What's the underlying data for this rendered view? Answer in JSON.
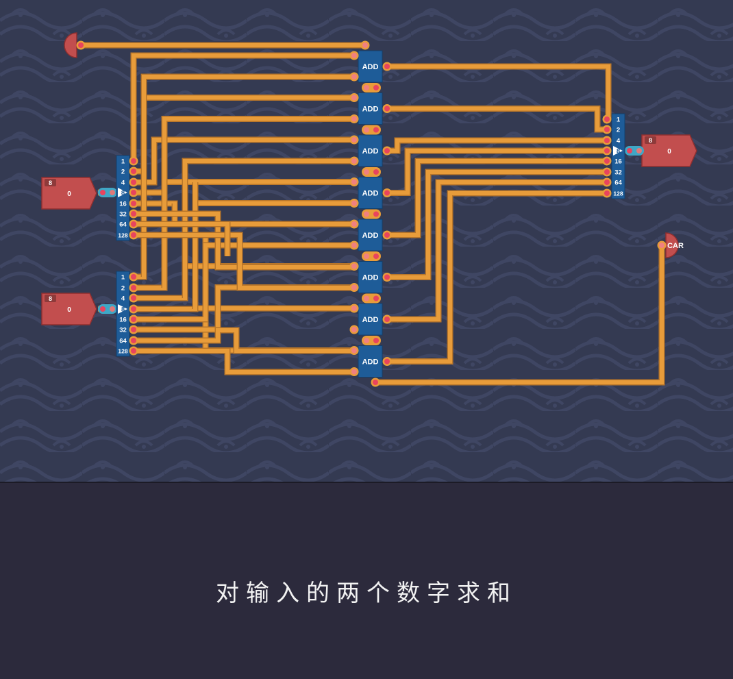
{
  "board": {
    "colors": {
      "background": "#343a52",
      "pattern": "#3f4663",
      "wire": "#e89c3a",
      "pin_fill": "#e8445e",
      "pin_ring": "#e89c3a",
      "component_blue": "#1e5c98",
      "io_red": "#c24e4e",
      "link_cyan": "#3fa7c6"
    },
    "carry_in": {
      "label": ""
    },
    "input_a": {
      "bit_width": "8",
      "value": "0"
    },
    "input_b": {
      "bit_width": "8",
      "value": "0"
    },
    "output": {
      "bit_width": "8",
      "value": "0"
    },
    "carry_out": {
      "label": "CAR"
    },
    "splitter_a": {
      "labels": [
        "1",
        "2",
        "4",
        "8",
        "16",
        "32",
        "64",
        "128"
      ],
      "arrow_icon": "triangle-right-icon"
    },
    "splitter_b": {
      "labels": [
        "1",
        "2",
        "4",
        "8",
        "16",
        "32",
        "64",
        "128"
      ],
      "arrow_icon": "triangle-right-icon"
    },
    "merger_out": {
      "labels": [
        "1",
        "2",
        "4",
        "8",
        "16",
        "32",
        "64",
        "128"
      ],
      "arrow_icon": "triangle-right-icon"
    },
    "adders": [
      {
        "label": "ADD"
      },
      {
        "label": "ADD"
      },
      {
        "label": "ADD"
      },
      {
        "label": "ADD"
      },
      {
        "label": "ADD"
      },
      {
        "label": "ADD"
      },
      {
        "label": "ADD"
      },
      {
        "label": "ADD"
      }
    ]
  },
  "caption": {
    "text": "对输入的两个数字求和"
  }
}
